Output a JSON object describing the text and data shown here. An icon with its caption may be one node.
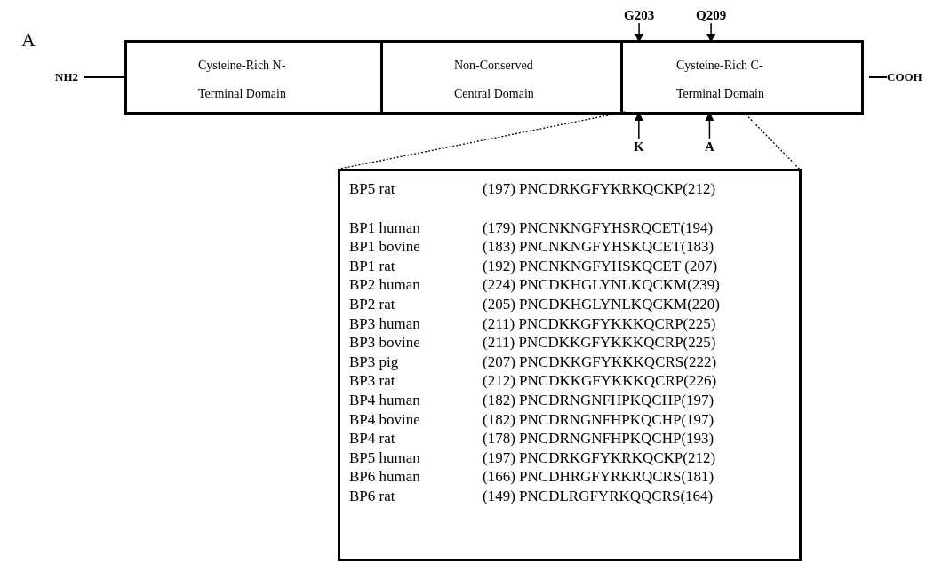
{
  "diagram": {
    "nodes": [
      {
        "text": [
          "NH2"
        ]
      },
      {
        "text": [],
        "shape": "bar"
      },
      {
        "text": [
          "Cysteine-Rich N-Terminal Domain"
        ],
        "in": 1
      },
      {
        "text": [
          "Non-Conserved Central Domain"
        ],
        "in": 1
      },
      {
        "text": [
          "Cysteine-Rich C-Terminal Domain"
        ],
        "in": 1
      },
      {
        "text": [
          "COOH"
        ]
      },
      {
        "text": [
          "G203"
        ]
      },
      {
        "text": [
          "Q209"
        ]
      },
      {
        "text": [
          "K"
        ]
      },
      {
        "text": [
          "A"
        ]
      },
      {
        "text": [
          "BP5 rat",
          "(197) PNCDRKGFYKRKQCKP(212)",
          "BP1 human",
          "(179) PNCNKNGFYHSRQCET(194)",
          "BP1 bovine",
          "(183) PNCNKNGFYHSKQCET(183)",
          "BP1 rat",
          "(192) PNCNKNGFYHSKQCET (207)",
          "BP2 human",
          "(224) PNCDKHGLYNLKQCKM(239)",
          "BP2 rat",
          "(205) PNCDKHGLYNLKQCKM(220)",
          "BP3 human",
          "(211) PNCDKKGFYKKKQCRP(225)",
          "BP3 bovine",
          "(211) PNCDKKGFYKKKQCRP(225)",
          "BP3 pig",
          "(207) PNCDKKGFYKKKQCRS(222)",
          "BP3 rat",
          "(212) PNCDKKGFYKKKQCRP(226)",
          "BP4 human",
          "(182) PNCDRNGNFHPKQCHP(197)",
          "BP4 bovine",
          "(182) PNCDRNGNFHPKQCHP(197)",
          "BP4 rat",
          "(178) PNCDRNGNFHPKQCHP(193)",
          "BP5 human",
          "(197) PNCDRKGFYKRKQCKP(212)",
          "BP6 human",
          "(166) PNCDHRGFYRKRQCRS(181)",
          "BP6 rat",
          "(149) PNCDLRGFYRKQQCRS(164)"
        ]
      }
    ],
    "edges": [
      {
        "from": 0,
        "to": 1,
        "arrow": "none"
      },
      {
        "from": 1,
        "to": 5,
        "arrow": "none"
      },
      {
        "from": 6,
        "to": 4,
        "arrow": "to"
      },
      {
        "from": 7,
        "to": 4,
        "arrow": "to"
      },
      {
        "from": 8,
        "to": 4,
        "arrow": "to"
      },
      {
        "from": 9,
        "to": 4,
        "arrow": "to"
      },
      {
        "from": 4,
        "to": 10,
        "arrow": "none",
        "style": "dashed"
      },
      {
        "from": 4,
        "to": 10,
        "arrow": "none",
        "style": "dashed"
      }
    ],
    "labels": [
      "A"
    ]
  }
}
